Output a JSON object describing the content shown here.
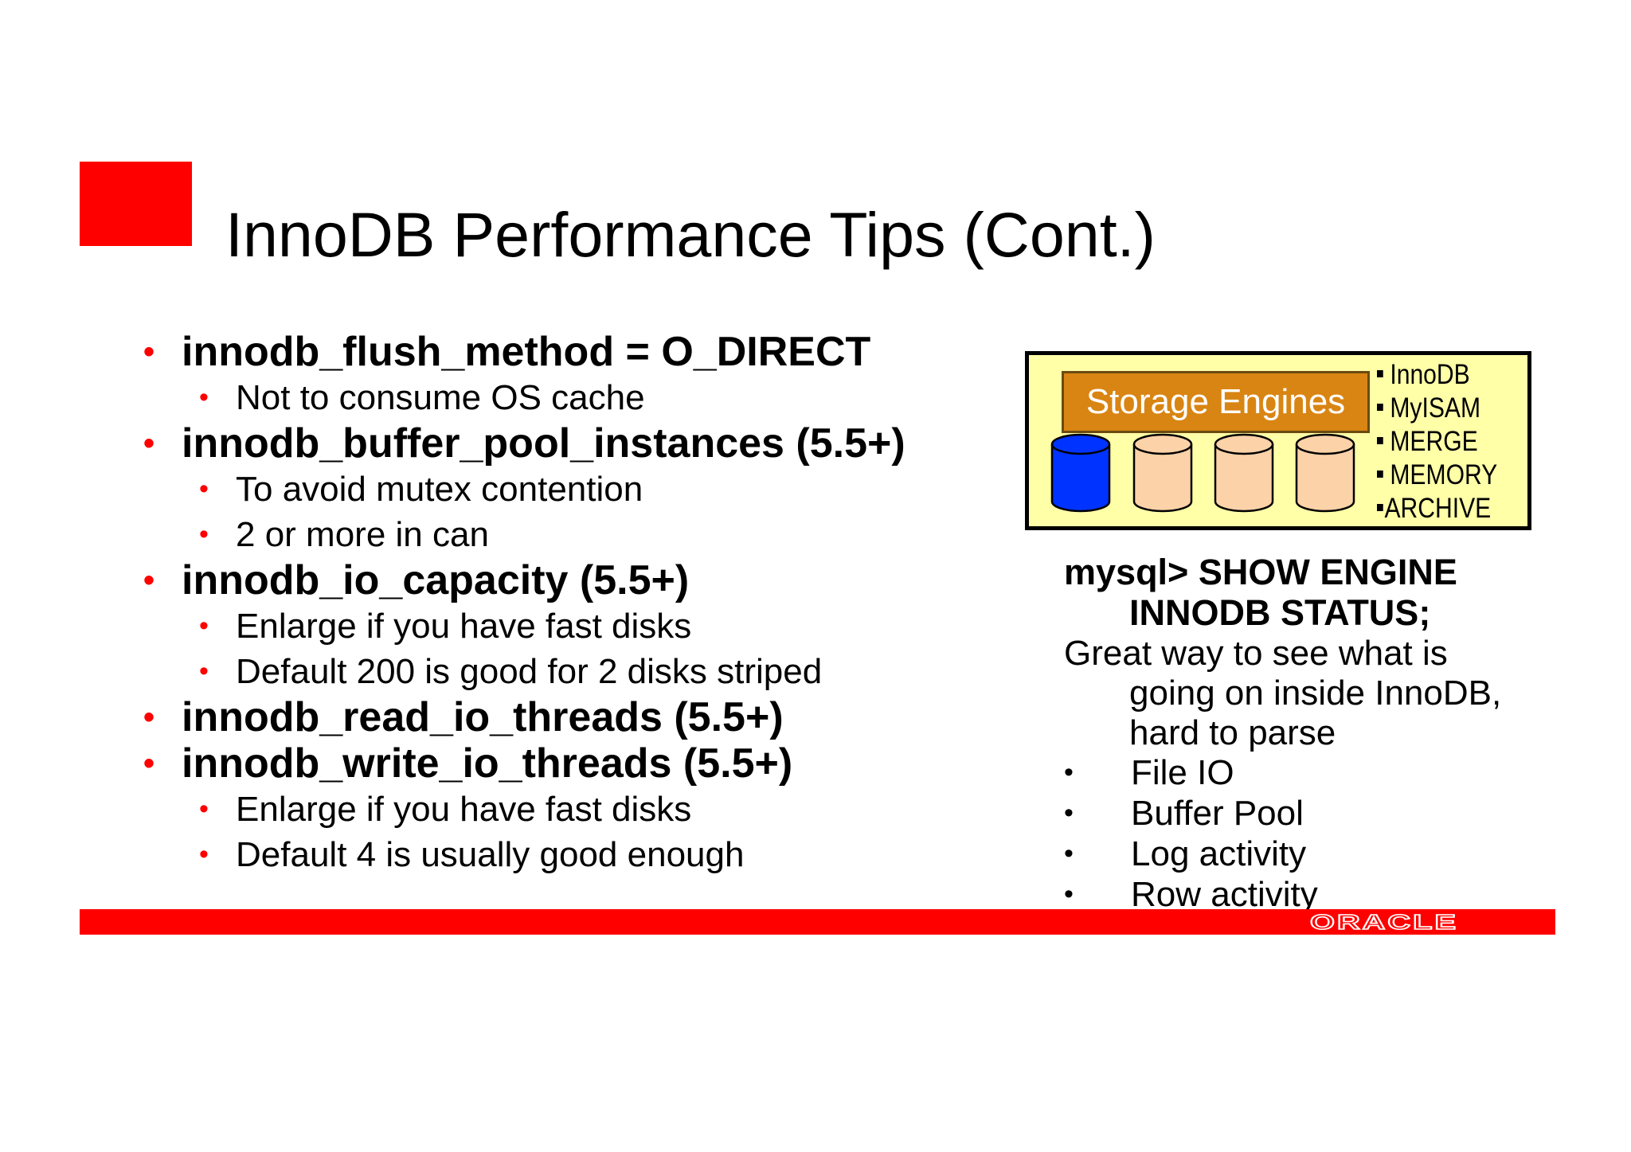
{
  "slide": {
    "title": "InnoDB Performance Tips (Cont.)",
    "accent_color": "#ff0000"
  },
  "bullets": [
    {
      "level": 1,
      "text": "innodb_flush_method = O_DIRECT"
    },
    {
      "level": 2,
      "text": "Not to consume OS cache"
    },
    {
      "level": 1,
      "text": "innodb_buffer_pool_instances (5.5+)"
    },
    {
      "level": 2,
      "text": "To avoid mutex contention"
    },
    {
      "level": 2,
      "text": "2 or more in can"
    },
    {
      "level": 1,
      "text": "innodb_io_capacity (5.5+)"
    },
    {
      "level": 2,
      "text": "Enlarge if you have fast disks"
    },
    {
      "level": 2,
      "text": "Default 200 is good for 2 disks striped"
    },
    {
      "level": 1,
      "text": "innodb_read_io_threads (5.5+)"
    },
    {
      "level": 1,
      "text": "innodb_write_io_threads (5.5+)"
    },
    {
      "level": 2,
      "text": "Enlarge if you have fast disks"
    },
    {
      "level": 2,
      "text": "Default 4 is usually good enough"
    }
  ],
  "bullet_glyph": "•",
  "storage_engines": {
    "label": "Storage Engines",
    "box_color": "#ffffa8",
    "label_color": "#d98513",
    "cylinders": [
      {
        "color": "#0033ff",
        "icon": "database-cylinder-icon"
      },
      {
        "color": "#fcd2a8",
        "icon": "database-cylinder-icon"
      },
      {
        "color": "#fcd2a8",
        "icon": "database-cylinder-icon"
      },
      {
        "color": "#fcd2a8",
        "icon": "database-cylinder-icon"
      }
    ],
    "engines": [
      "InnoDB",
      "MyISAM",
      "MERGE",
      "MEMORY",
      "ARCHIVE"
    ]
  },
  "command": {
    "line1": "mysql> SHOW ENGINE",
    "line2": "INNODB STATUS;"
  },
  "description": {
    "line1": "Great way to see what is",
    "line2": "going on inside InnoDB,",
    "line3": "hard to parse"
  },
  "status_sections": [
    "File IO",
    "Buffer Pool",
    "Log activity",
    "Row activity"
  ],
  "footer": {
    "logo_text": "ORACLE",
    "bar_color": "#ff0000"
  }
}
